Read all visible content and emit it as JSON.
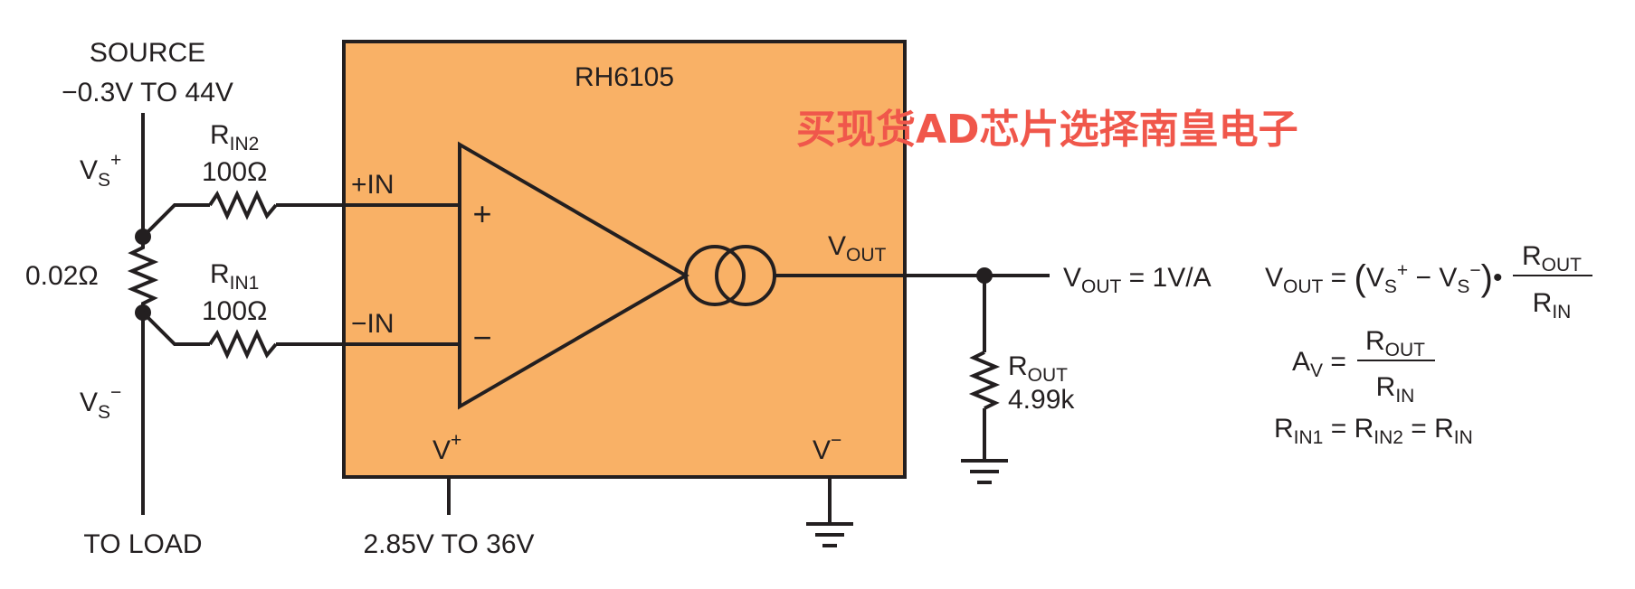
{
  "colors": {
    "chip_fill": "#f9b166",
    "line": "#231f20",
    "watermark": "#f0574b",
    "background": "#ffffff"
  },
  "source": {
    "line1": "SOURCE",
    "line2": "−0.3V TO 44V"
  },
  "vs_plus": {
    "main": "V",
    "sub": "S",
    "sup": "+"
  },
  "vs_minus": {
    "main": "V",
    "sub": "S",
    "sup": "−"
  },
  "sense_resistor": {
    "value": "0.02Ω"
  },
  "rin2": {
    "main": "R",
    "sub": "IN2",
    "value": "100Ω"
  },
  "rin1": {
    "main": "R",
    "sub": "IN1",
    "value": "100Ω"
  },
  "to_load": "TO LOAD",
  "chip": {
    "name": "RH6105",
    "pin_plus_in": "+IN",
    "pin_minus_in": "−IN",
    "amp_plus": "+",
    "amp_minus": "−",
    "vout_pin": {
      "main": "V",
      "sub": "OUT"
    },
    "vplus_pin": {
      "main": "V",
      "sup": "+"
    },
    "vminus_pin": {
      "main": "V",
      "sup": "−"
    }
  },
  "supply_range": "2.85V TO 36V",
  "rout": {
    "main": "R",
    "sub": "OUT",
    "value": "4.99k"
  },
  "output_label": {
    "main": "V",
    "sub": "OUT",
    "rest": " = 1V/A"
  },
  "equations": {
    "eq1": {
      "v": "V",
      "out": "OUT",
      "eq": " = ",
      "paren_open": "(",
      "vs": "V",
      "s": "S",
      "plus": "+",
      "minus_op": " − ",
      "minus": "−",
      "paren_close": ")",
      "dot": "•",
      "num_r": "R",
      "num_sub": "OUT",
      "den_r": "R",
      "den_sub": "IN"
    },
    "eq2": {
      "a": "A",
      "v": "V",
      "eq": " = ",
      "num_r": "R",
      "num_sub": "OUT",
      "den_r": "R",
      "den_sub": "IN"
    },
    "eq3": {
      "r1": "R",
      "s1": "IN1",
      "eq1": " = ",
      "r2": "R",
      "s2": "IN2",
      "eq2": " = ",
      "r3": "R",
      "s3": "IN"
    }
  },
  "watermark": "买现货AD芯片选择南皇电子"
}
